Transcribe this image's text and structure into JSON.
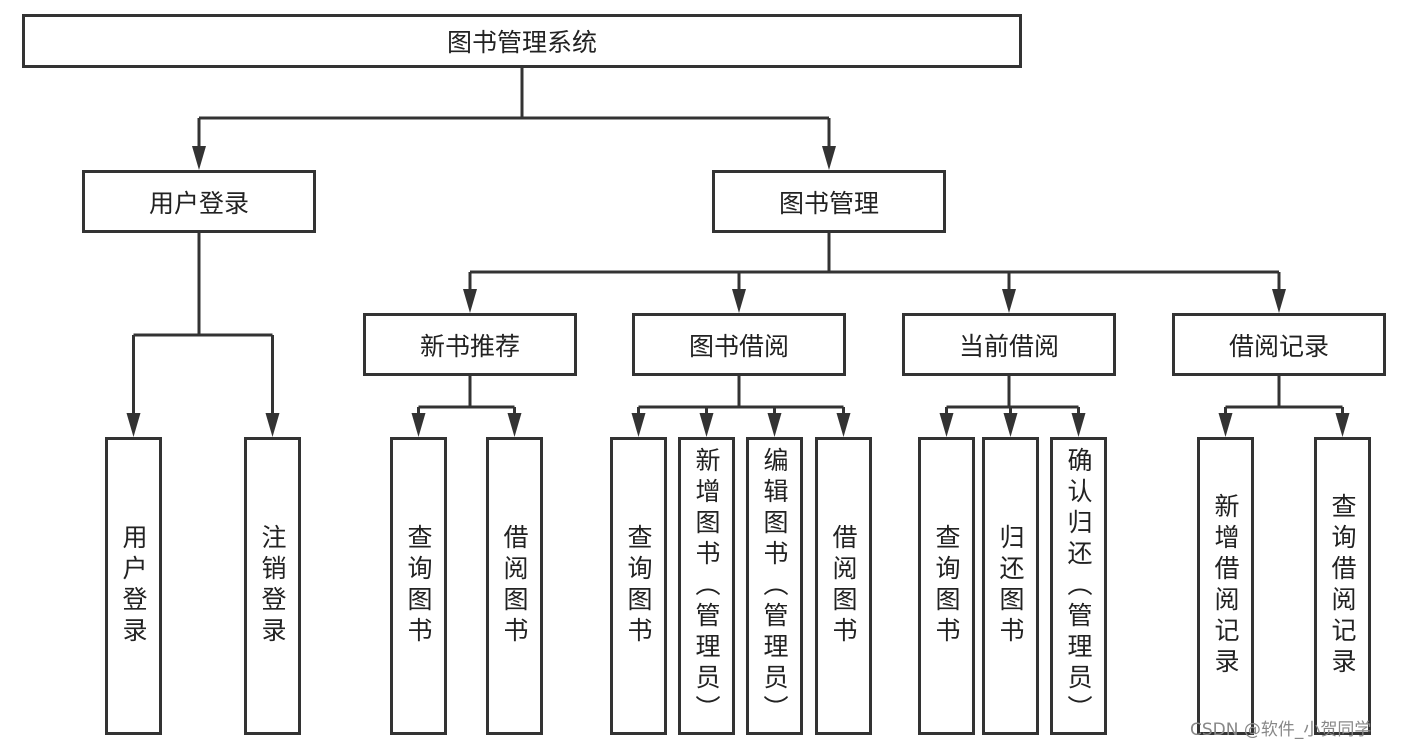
{
  "diagram": {
    "root": {
      "label": "图书管理系统",
      "children": [
        {
          "label": "用户登录",
          "children": [
            {
              "label": "用户登录"
            },
            {
              "label": "注销登录"
            }
          ]
        },
        {
          "label": "图书管理",
          "children": [
            {
              "label": "新书推荐",
              "children": [
                {
                  "label": "查询图书"
                },
                {
                  "label": "借阅图书"
                }
              ]
            },
            {
              "label": "图书借阅",
              "children": [
                {
                  "label": "查询图书"
                },
                {
                  "label": "新增图书（管理员）"
                },
                {
                  "label": "编辑图书（管理员）"
                },
                {
                  "label": "借阅图书"
                }
              ]
            },
            {
              "label": "当前借阅",
              "children": [
                {
                  "label": "查询图书"
                },
                {
                  "label": "归还图书"
                },
                {
                  "label": "确认归还（管理员）"
                }
              ]
            },
            {
              "label": "借阅记录",
              "children": [
                {
                  "label": "新增借阅记录"
                },
                {
                  "label": "查询借阅记录"
                }
              ]
            }
          ]
        }
      ]
    }
  },
  "watermark": "CSDN @软件_小贺同学",
  "colors": {
    "line": "#333333",
    "text": "#222222",
    "watermark": "#888888"
  }
}
